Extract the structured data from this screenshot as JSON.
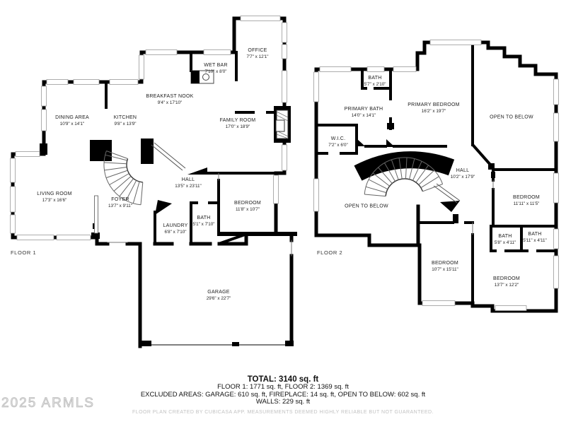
{
  "floor1": {
    "label": "FLOOR 1",
    "rooms": {
      "dining": {
        "name": "DINING AREA",
        "dims": "10'9\" x 14'1\""
      },
      "kitchen": {
        "name": "KITCHEN",
        "dims": "9'8\" x 13'9\""
      },
      "breakfast": {
        "name": "BREAKFAST NOOK",
        "dims": "9'4\" x 17'10\""
      },
      "wetbar": {
        "name": "WET BAR",
        "dims": "7'10\" x 8'0\""
      },
      "office": {
        "name": "OFFICE",
        "dims": "7'7\" x 12'1\""
      },
      "family": {
        "name": "FAMILY ROOM",
        "dims": "17'0\" x 18'9\""
      },
      "living": {
        "name": "LIVING ROOM",
        "dims": "17'3\" x 16'6\""
      },
      "foyer": {
        "name": "FOYER",
        "dims": "13'7\" x 9'11\""
      },
      "hall": {
        "name": "HALL",
        "dims": "13'5\" x 23'11\""
      },
      "laundry": {
        "name": "LAUNDRY",
        "dims": "6'8\" x 7'10\""
      },
      "bath": {
        "name": "BATH",
        "dims": "5'1\" x 7'10\""
      },
      "bedroom": {
        "name": "BEDROOM",
        "dims": "11'8\" x 10'7\""
      },
      "garage": {
        "name": "GARAGE",
        "dims": "29'6\" x 22'7\""
      }
    }
  },
  "floor2": {
    "label": "FLOOR 2",
    "rooms": {
      "bath_top": {
        "name": "BATH",
        "dims": "5'7\" x 2'10\""
      },
      "primary_bath": {
        "name": "PRIMARY BATH",
        "dims": "14'0\" x 14'1\""
      },
      "primary_bedroom": {
        "name": "PRIMARY BEDROOM",
        "dims": "16'2\" x 19'7\""
      },
      "open_right": {
        "name": "OPEN TO BELOW"
      },
      "wic": {
        "name": "W.I.C.",
        "dims": "7'2\" x 6'0\""
      },
      "hall": {
        "name": "HALL",
        "dims": "10'2\" x 17'9\""
      },
      "open_left": {
        "name": "OPEN TO BELOW"
      },
      "bedroom_right": {
        "name": "BEDROOM",
        "dims": "11'11\" x 11'5\""
      },
      "bath_left": {
        "name": "BATH",
        "dims": "5'8\" x 4'11\""
      },
      "bath_right": {
        "name": "BATH",
        "dims": "5'11\" x 4'11\""
      },
      "bedroom_left": {
        "name": "BEDROOM",
        "dims": "10'7\" x 15'11\""
      },
      "bedroom_bottom": {
        "name": "BEDROOM",
        "dims": "13'7\" x 12'2\""
      }
    }
  },
  "summary": {
    "total": "TOTAL: 3140 sq. ft",
    "floors": "FLOOR 1: 1771 sq. ft, FLOOR 2: 1369 sq. ft",
    "excluded": "EXCLUDED AREAS: GARAGE: 610 sq. ft, FIREPLACE: 14 sq. ft, OPEN TO BELOW: 602 sq. ft",
    "walls": "WALLS: 229 sq. ft",
    "disclaimer": "FLOOR PLAN CREATED BY CUBICASA APP. MEASUREMENTS DEEMED HIGHLY RELIABLE BUT NOT GUARANTEED."
  },
  "watermark": "2025 ARMLS",
  "colors": {
    "wall": "#000000",
    "window_stroke": "#999999",
    "stair_stroke": "#666666",
    "watermark": "#bdbdbd"
  }
}
